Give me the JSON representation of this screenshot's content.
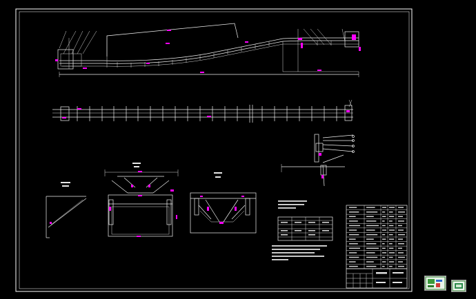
{
  "drawing": {
    "frame_color": "#ffffff",
    "line_color": "#f2f2f2",
    "dimension_color": "#ff00ff",
    "background": "#000000"
  },
  "views": {
    "elevation": {
      "title": ""
    },
    "plan": {
      "title": ""
    },
    "head_pulley_detail": {
      "title": ""
    },
    "support_bracket": {
      "title": ""
    },
    "idler_section": {
      "title": ""
    },
    "return_idler_section": {
      "title": ""
    }
  },
  "tables": {
    "parameter_table": {
      "columns": 4,
      "rows": 6
    },
    "parts_list": {
      "columns": 5,
      "rows": 14
    },
    "title_block": {
      "rows": 4
    }
  },
  "notes": {
    "lines": 4
  },
  "thumbnails": [
    {
      "icon": "drawing-thumbnail-icon"
    },
    {
      "icon": "drawing-thumbnail-icon"
    }
  ]
}
